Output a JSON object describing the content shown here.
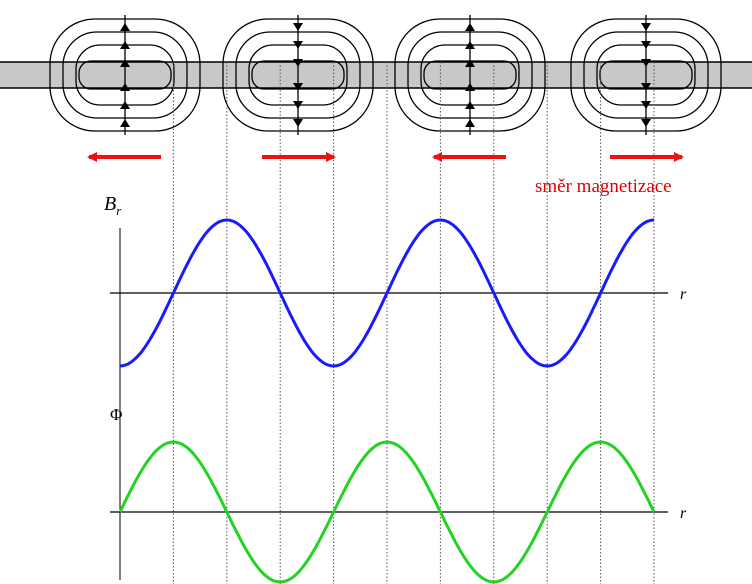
{
  "labels": {
    "magnetization_direction": "směr magnetizace",
    "top_axis_symbol": "B",
    "top_axis_subscript": "r",
    "top_axis_end": "r",
    "bottom_axis_symbol": "Φ",
    "bottom_axis_end": "r"
  },
  "magnetization_arrows": [
    "left",
    "right",
    "left",
    "right"
  ],
  "colors": {
    "top_curve": "#1a1aff",
    "bottom_curve": "#22d322",
    "arrows": "#ee1111",
    "band": "#c8c8c8",
    "field_lines": "#000000"
  },
  "chart_data": [
    {
      "type": "line",
      "title": "",
      "xlabel": "r",
      "ylabel": "Br",
      "series": [
        {
          "values_description": "",
          "x": [
            0,
            1,
            2,
            3,
            4,
            5,
            6,
            7,
            8,
            9,
            10
          ],
          "y": [
            -1,
            0,
            1,
            0,
            -1,
            0,
            1,
            0,
            -1,
            0,
            1
          ]
        }
      ]
    },
    {
      "type": "line",
      "title": "",
      "xlabel": "r",
      "ylabel": "Φ",
      "series": [
        {
          "values_description": "",
          "x": [
            0,
            1,
            2,
            3,
            4,
            5,
            6,
            7,
            8,
            9,
            10
          ],
          "y": [
            0,
            1,
            0,
            -1,
            0,
            1,
            0,
            -1,
            0,
            1,
            0
          ]
        }
      ]
    }
  ]
}
